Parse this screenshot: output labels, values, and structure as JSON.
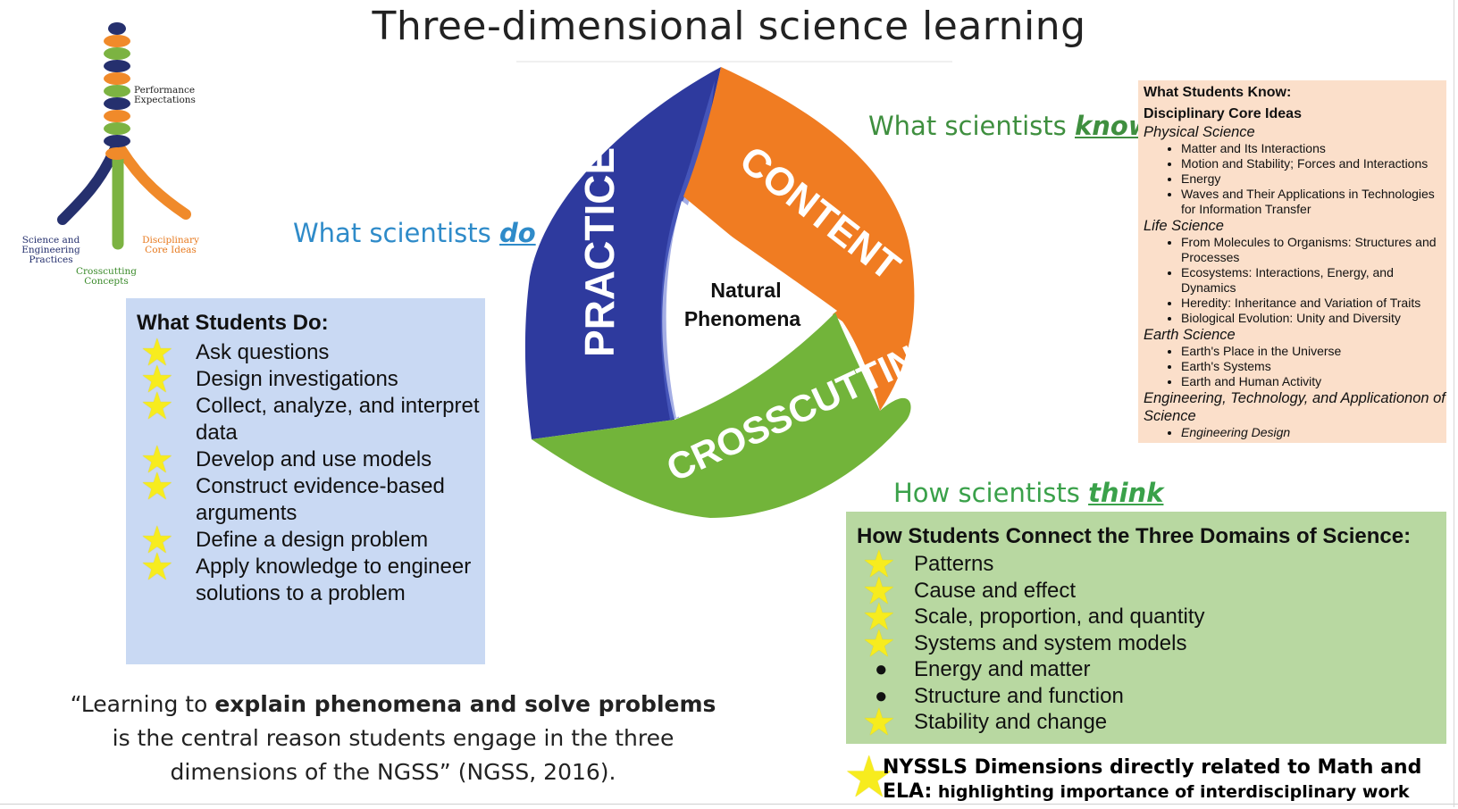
{
  "title": "Three-dimensional science learning",
  "rope": {
    "top_label": "Performance Expectations",
    "left_label": "Science and Engineering Practices",
    "right_label": "Disciplinary Core Ideas",
    "bottom_label": "Crosscutting Concepts"
  },
  "triangle": {
    "practices": "PRACTICES",
    "content": "CONTENT",
    "crosscutting": "CROSSCUTTING",
    "center_line1": "Natural",
    "center_line2": "Phenomena"
  },
  "labels": {
    "do_prefix": "What scientists ",
    "do_word": "do",
    "know_prefix": "What scientists ",
    "know_word": "know",
    "think_prefix": "How scientists ",
    "think_word": "think"
  },
  "what_students_do": {
    "heading": "What Students Do:",
    "items": [
      {
        "text": "Ask questions",
        "marker": "star"
      },
      {
        "text": "Design investigations",
        "marker": "star"
      },
      {
        "text": "Collect, analyze, and interpret data",
        "marker": "star"
      },
      {
        "text": "Develop and use models",
        "marker": "star"
      },
      {
        "text": "Construct evidence-based arguments",
        "marker": "star"
      },
      {
        "text": "Define a design problem",
        "marker": "star"
      },
      {
        "text": "Apply knowledge to engineer solutions to a problem",
        "marker": "star"
      }
    ]
  },
  "what_students_know": {
    "heading1": "What Students Know:",
    "heading2": "Disciplinary Core Ideas",
    "categories": [
      {
        "name": "Physical Science",
        "items": [
          "Matter and Its Interactions",
          "Motion and Stability; Forces and Interactions",
          "Energy",
          "Waves and Their Applications in Technologies for Information Transfer"
        ]
      },
      {
        "name": "Life Science",
        "items": [
          "From Molecules to Organisms: Structures and Processes",
          "Ecosystems: Interactions, Energy, and Dynamics",
          "Heredity: Inheritance and Variation of Traits",
          "Biological Evolution: Unity and Diversity"
        ]
      },
      {
        "name": "Earth Science",
        "items": [
          "Earth's Place in the Universe",
          "Earth's Systems",
          "Earth and Human Activity"
        ]
      },
      {
        "name": "Engineering, Technology, and Applicationon of Science",
        "items": [
          "Engineering Design"
        ]
      }
    ]
  },
  "how_students_connect": {
    "heading": "How Students Connect the Three Domains of Science:",
    "items": [
      {
        "text": "Patterns",
        "marker": "star"
      },
      {
        "text": "Cause and effect",
        "marker": "star"
      },
      {
        "text": "Scale, proportion, and quantity",
        "marker": "star"
      },
      {
        "text": "Systems and system models",
        "marker": "star"
      },
      {
        "text": "Energy and matter",
        "marker": "bullet"
      },
      {
        "text": "Structure and function",
        "marker": "bullet"
      },
      {
        "text": "Stability and change",
        "marker": "star"
      }
    ]
  },
  "quote": {
    "part1": "“Learning to ",
    "bold": "explain phenomena and solve problems",
    "part2": " is the central reason students engage in the three dimensions of the NGSS” (NGSS, 2016)."
  },
  "nyssls": {
    "line1": "NYSSLS Dimensions directly related to Math and",
    "line2_bold": "ELA:",
    "line2_rest": " highlighting importance of interdisciplinary work"
  },
  "colors": {
    "practices": "#2e3a9e",
    "content": "#f07c22",
    "crosscutting": "#72b43a",
    "do_label": "#2f8bc9",
    "know_label": "#3f8f3f",
    "think_label": "#3aa14a",
    "star": "#f7ec1e"
  },
  "icons": {
    "star": "★",
    "bullet": "●"
  }
}
